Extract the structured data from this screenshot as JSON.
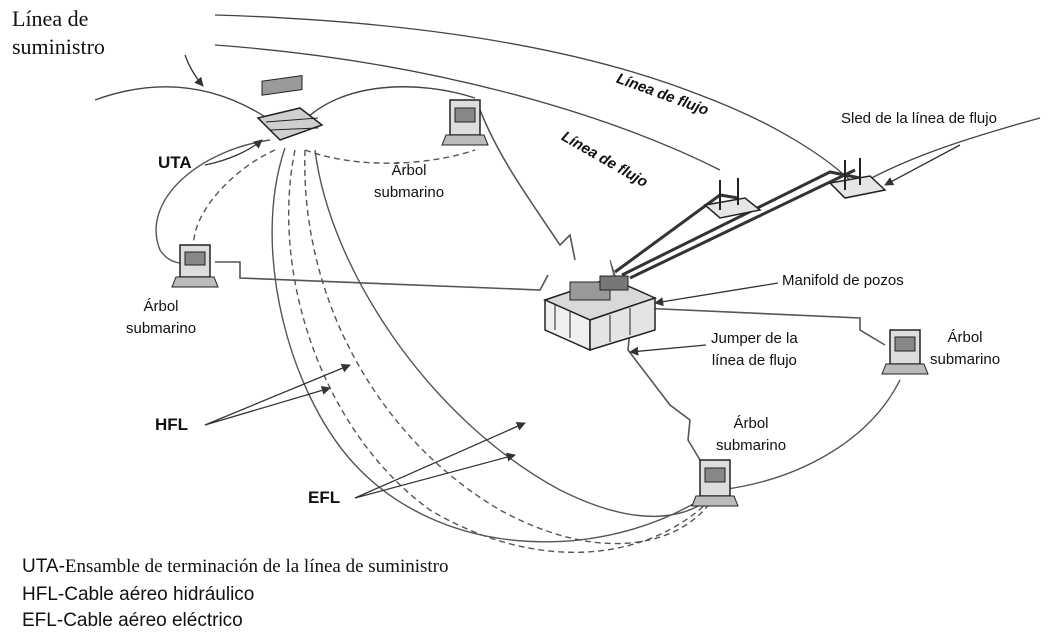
{
  "labels": {
    "linea_suministro": "Línea de\nsuministro",
    "uta": "UTA",
    "arbol_top": "Árbol\nsubmarino",
    "arbol_left": "Árbol\nsubmarino",
    "arbol_right": "Árbol\nsubmarino",
    "arbol_bottom": "Árbol\nsubmarino",
    "linea_flujo_1": "Línea de flujo",
    "linea_flujo_2": "Línea de flujo",
    "sled": "Sled de la línea de flujo",
    "manifold": "Manifold de pozos",
    "jumper": "Jumper de la\nlínea de flujo",
    "hfl": "HFL",
    "efl": "EFL"
  },
  "legend": [
    {
      "abbr": "UTA-",
      "text": "Ensamble de terminación de la línea de suministro"
    },
    {
      "abbr": "HFL-",
      "text": "Cable aéreo hidráulico"
    },
    {
      "abbr": "EFL-",
      "text": "Cable aéreo eléctrico"
    }
  ]
}
